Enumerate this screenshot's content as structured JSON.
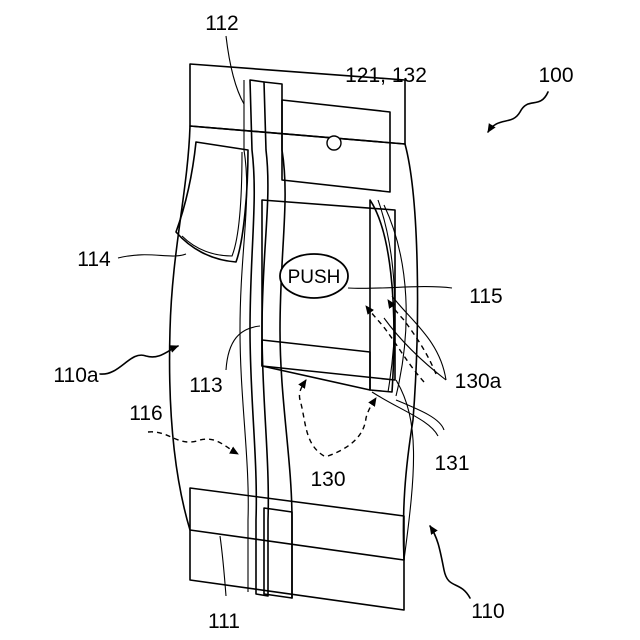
{
  "labels": {
    "ref_100": "100",
    "ref_110": "110",
    "ref_110a": "110a",
    "ref_111": "111",
    "ref_112": "112",
    "ref_113": "113",
    "ref_114": "114",
    "ref_115": "115",
    "ref_116": "116",
    "ref_121_132": "121, 132",
    "ref_130": "130",
    "ref_130a": "130a",
    "ref_131": "131",
    "push": "PUSH"
  }
}
